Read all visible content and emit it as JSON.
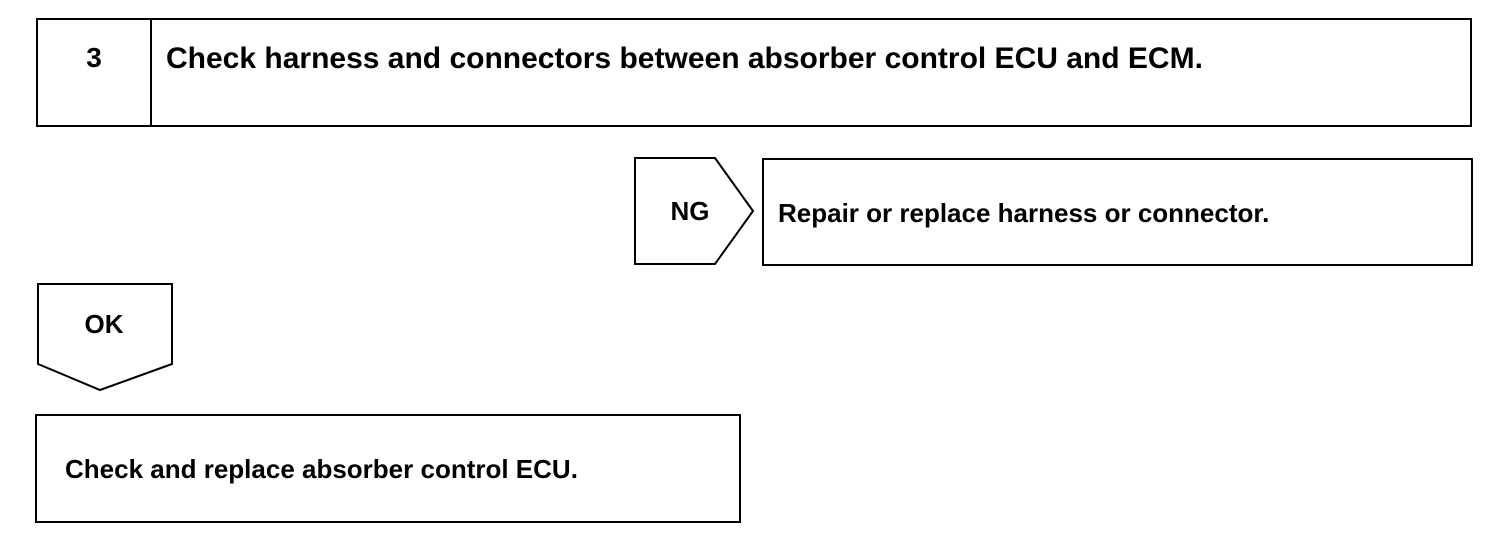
{
  "step": {
    "number": "3",
    "title": "Check harness and connectors between absorber control ECU and ECM."
  },
  "ng_branch": {
    "label": "NG",
    "result": "Repair or replace harness or connector."
  },
  "ok_branch": {
    "label": "OK"
  },
  "final_step": {
    "text": "Check and replace absorber control ECU."
  }
}
